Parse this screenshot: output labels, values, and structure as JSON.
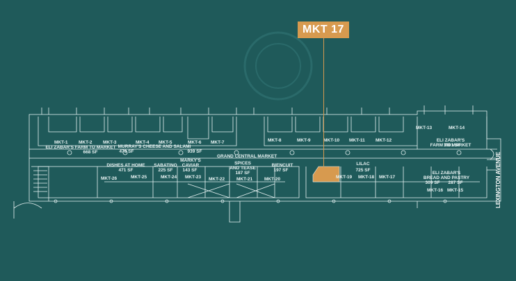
{
  "callout": {
    "label": "MKT 17"
  },
  "street": {
    "label": "LEXINGTON AVENUE"
  },
  "market_name": "GRAND CENTRAL MARKET",
  "colors": {
    "background": "#1f5a5a",
    "linework": "#e8f3f3",
    "highlight": "#d79a4f"
  },
  "unit_codes_top": [
    "MKT-1",
    "MKT-2",
    "MKT-3",
    "MKT-4",
    "MKT-5",
    "MKT-6",
    "MKT-7",
    "MKT-8",
    "MKT-9",
    "MKT-10",
    "MKT-11",
    "MKT-12",
    "MKT-13",
    "MKT-14"
  ],
  "unit_codes_bottom": [
    "MKT-26",
    "MKT-25",
    "MKT-24",
    "MKT-23",
    "MKT-22",
    "MKT-21",
    "MKT-20",
    "MKT-19",
    "MKT-18",
    "MKT-17",
    "MKT-16",
    "MKT-15"
  ],
  "tenants": [
    {
      "name": "ELI ZABAR'S FARM TO MARKET",
      "area": "668 SF"
    },
    {
      "name": "MURRAY'S CHEESE AND SALAMI",
      "area": "478 SF"
    },
    {
      "area": "939 SF"
    },
    {
      "name": "ELI ZABAR'S FARM TO MARKET",
      "area": "1001 SF"
    },
    {
      "name": "DISHES AT HOME",
      "area": "471 SF"
    },
    {
      "name": "SABATINO",
      "area": "225 SF"
    },
    {
      "name": "MARKY'S CAVIAR",
      "area": "143 SF"
    },
    {
      "name": "SPICES AND TEASE",
      "area": "187 SF"
    },
    {
      "name": "BIENCUIT",
      "area": "197 SF"
    },
    {
      "name": "LILAC",
      "area": "725 SF"
    },
    {
      "name": "ELI ZABAR'S BREAD AND PASTRY",
      "area": "309 SF"
    },
    {
      "area": "287 SF"
    }
  ]
}
